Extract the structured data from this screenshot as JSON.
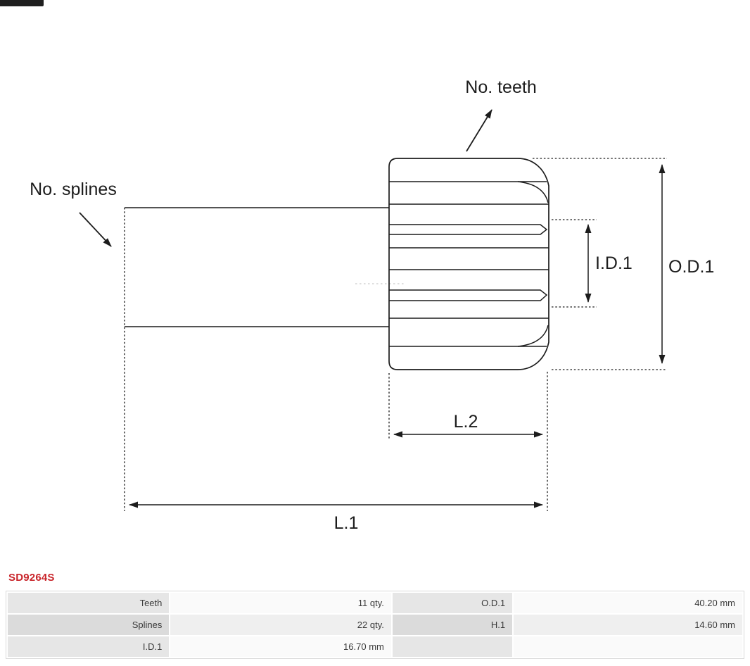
{
  "part_number": "SD9264S",
  "colors": {
    "part_number_red": "#c9252b",
    "drawing_line": "#1c1c1c",
    "table_label_bg": "#e6e6e6",
    "table_value_bg": "#fafafa"
  },
  "diagram": {
    "labels": {
      "no_teeth": "No. teeth",
      "no_splines": "No. splines",
      "id1": "I.D.1",
      "od1": "O.D.1",
      "l2": "L.2",
      "l1": "L.1"
    }
  },
  "spec_table": {
    "rows": [
      {
        "c0": "Teeth",
        "c1": "11 qty.",
        "c2": "O.D.1",
        "c3": "40.20 mm"
      },
      {
        "c0": "Splines",
        "c1": "22 qty.",
        "c2": "H.1",
        "c3": "14.60 mm"
      },
      {
        "c0": "I.D.1",
        "c1": "16.70 mm",
        "c2": "",
        "c3": ""
      }
    ]
  }
}
